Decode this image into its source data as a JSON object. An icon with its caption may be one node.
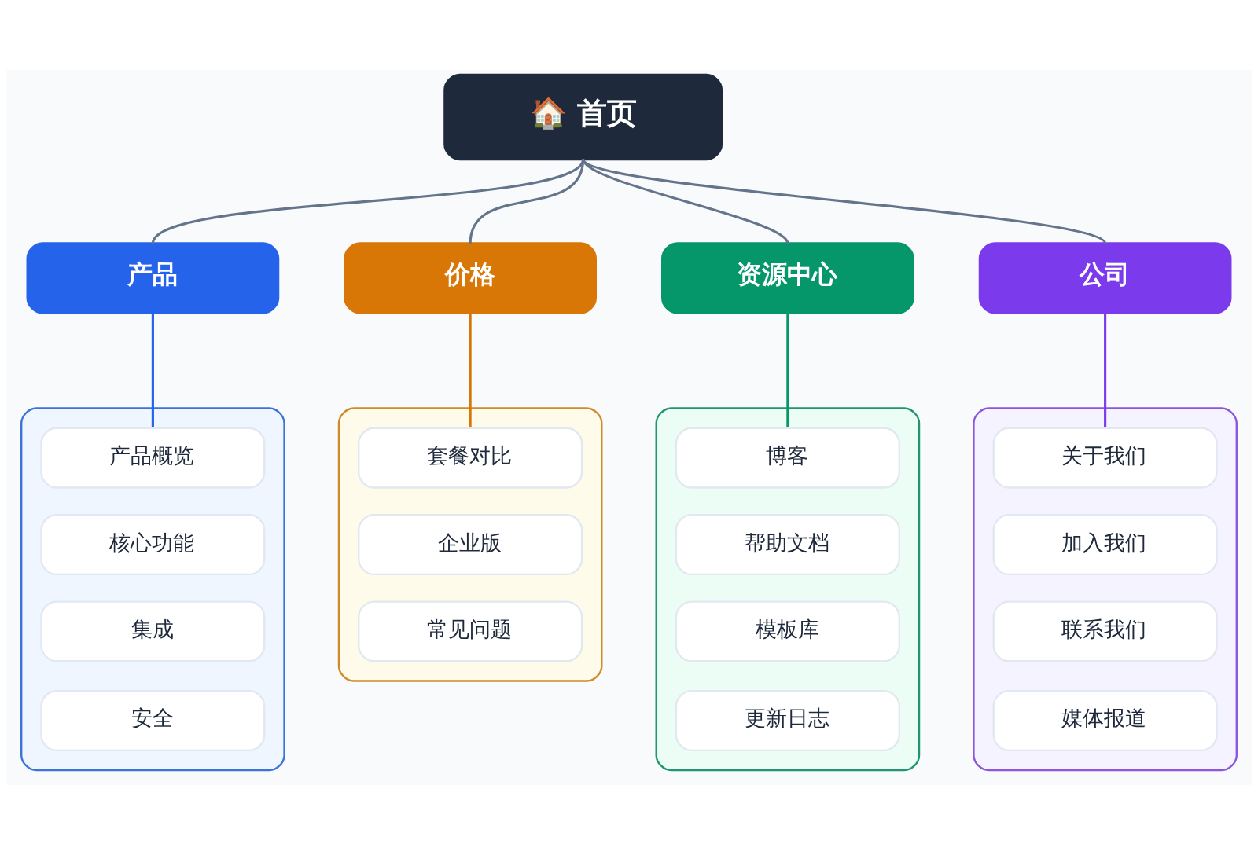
{
  "diagram": {
    "nodes": [
      {
        "text": [
          "🏠 首页"
        ]
      },
      {
        "text": [
          "产品"
        ]
      },
      {
        "text": [
          "价格"
        ]
      },
      {
        "text": [
          "资源中心"
        ]
      },
      {
        "text": [
          "公司"
        ]
      },
      {
        "text": [],
        "shape": "box"
      },
      {
        "text": [
          "产品概览"
        ],
        "in": 5
      },
      {
        "text": [
          "核心功能"
        ],
        "in": 5
      },
      {
        "text": [
          "集成"
        ],
        "in": 5
      },
      {
        "text": [
          "安全"
        ],
        "in": 5
      },
      {
        "text": [],
        "shape": "box"
      },
      {
        "text": [
          "套餐对比"
        ],
        "in": 10
      },
      {
        "text": [
          "企业版"
        ],
        "in": 10
      },
      {
        "text": [
          "常见问题"
        ],
        "in": 10
      },
      {
        "text": [],
        "shape": "box"
      },
      {
        "text": [
          "博客"
        ],
        "in": 14
      },
      {
        "text": [
          "帮助文档"
        ],
        "in": 14
      },
      {
        "text": [
          "模板库"
        ],
        "in": 14
      },
      {
        "text": [
          "更新日志"
        ],
        "in": 14
      },
      {
        "text": [],
        "shape": "box"
      },
      {
        "text": [
          "关于我们"
        ],
        "in": 19
      },
      {
        "text": [
          "加入我们"
        ],
        "in": 19
      },
      {
        "text": [
          "联系我们"
        ],
        "in": 19
      },
      {
        "text": [
          "媒体报道"
        ],
        "in": 19
      }
    ],
    "edges": [
      {
        "from": 0,
        "to": 1,
        "arrow": "none"
      },
      {
        "from": 0,
        "to": 2,
        "arrow": "none"
      },
      {
        "from": 0,
        "to": 3,
        "arrow": "none"
      },
      {
        "from": 0,
        "to": 4,
        "arrow": "none"
      },
      {
        "from": 1,
        "to": 6,
        "arrow": "none",
        "color": "#2563eb"
      },
      {
        "from": 2,
        "to": 11,
        "arrow": "none",
        "color": "#d97706"
      },
      {
        "from": 3,
        "to": 15,
        "arrow": "none",
        "color": "#059669"
      },
      {
        "from": 4,
        "to": 20,
        "arrow": "none",
        "color": "#7c3aed"
      }
    ]
  }
}
